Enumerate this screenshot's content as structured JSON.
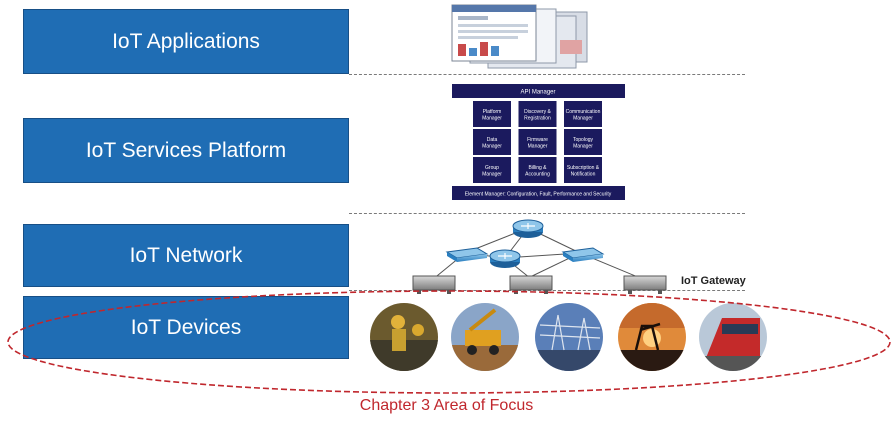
{
  "layers": [
    {
      "label": "IoT Applications"
    },
    {
      "label": "IoT Services Platform"
    },
    {
      "label": "IoT Network"
    },
    {
      "label": "IoT Devices"
    }
  ],
  "services_platform": {
    "header": "API Manager",
    "cells": [
      [
        "Platform",
        "Manager"
      ],
      [
        "Discovery &",
        "Registration"
      ],
      [
        "Communication",
        "Manager"
      ],
      [
        "Data",
        "Manager"
      ],
      [
        "Firmware",
        "Manager"
      ],
      [
        "Topology",
        "Manager"
      ],
      [
        "Group",
        "Manager"
      ],
      [
        "Billing &",
        "Accounting"
      ],
      [
        "Subscription &",
        "Notification"
      ]
    ],
    "footer": "Element Manager: Configuration, Fault, Performance and Security"
  },
  "network": {
    "gateway_label": "IoT Gateway"
  },
  "caption": "Chapter 3 Area of Focus",
  "colors": {
    "layer_blue": "#1f6db4",
    "platform_navy": "#1b1a5e",
    "focus_red": "#c0272d"
  },
  "icons": [
    "router-icon",
    "switch-icon",
    "gateway-icon",
    "device-photo-icon"
  ]
}
